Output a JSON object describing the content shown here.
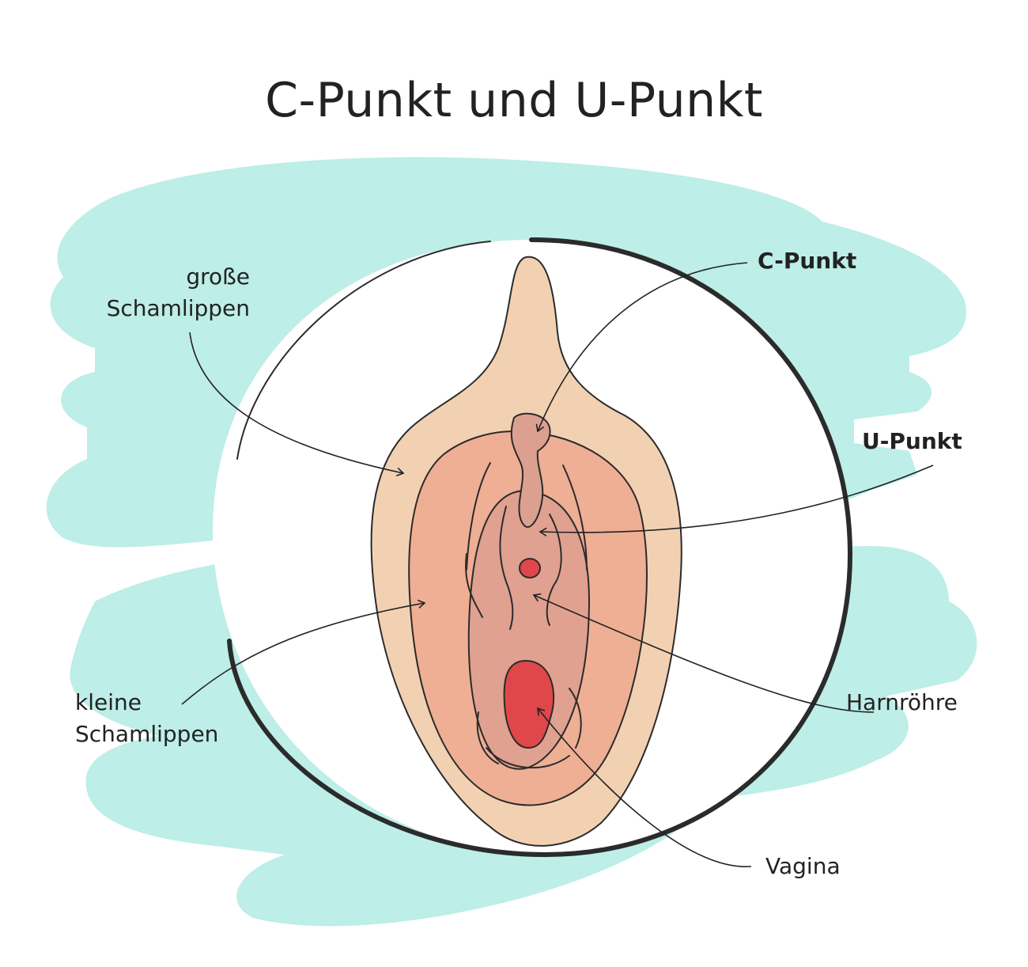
{
  "title": "C-Punkt und U-Punkt",
  "labels": {
    "grosse_schamlippen": {
      "line1": "große",
      "line2": "Schamlippen"
    },
    "kleine_schamlippen": {
      "line1": "kleine",
      "line2": "Schamlippen"
    },
    "c_punkt": "C-Punkt",
    "u_punkt": "U-Punkt",
    "harnroehre": "Harnröhre",
    "vagina": "Vagina"
  },
  "colors": {
    "background_brush": "#bdeee8",
    "circle_outline": "#2b2b2b",
    "outer_labia": "#f2d1b2",
    "inner_labia": "#eeaf94",
    "vestibule": "#e0a190",
    "clitoris": "#dca090",
    "openings": "#e0474a"
  }
}
